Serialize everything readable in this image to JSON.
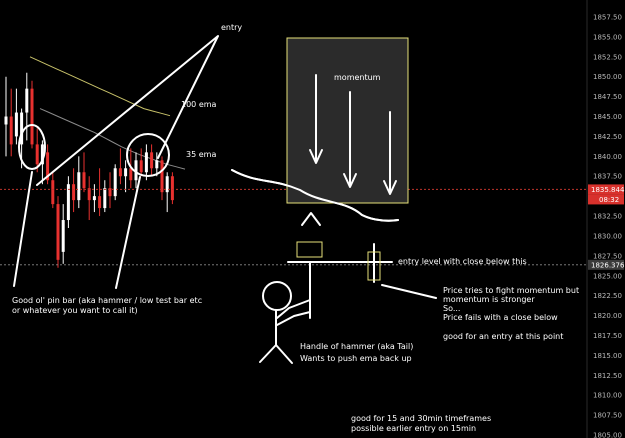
{
  "colors": {
    "background": "#000000",
    "bull": "#ffffff",
    "bear": "#e8312f",
    "ema35": "#8a8a8a",
    "ema100": "#c8c26a",
    "price_line": "#c0342c",
    "price_badge": "#d8312c",
    "level_badge": "#3a3a3a",
    "drawing": "#ffffff",
    "box_border": "#e6e07a",
    "box_fill": "#2b2b2b"
  },
  "chart_data": {
    "type": "candlestick",
    "title": "",
    "xlabel": "",
    "ylabel": "",
    "ylim": [
      1805.5,
      1860.0
    ],
    "y_ticks": [
      "1857.50",
      "1855.00",
      "1852.50",
      "1850.00",
      "1847.50",
      "1845.00",
      "1842.50",
      "1840.00",
      "1837.50",
      "1832.50",
      "1830.00",
      "1827.50",
      "1825.00",
      "1822.50",
      "1820.00",
      "1817.50",
      "1815.00",
      "1812.50",
      "1810.00",
      "1807.50",
      "1805.00"
    ],
    "grid": false,
    "current_price": {
      "value": "1835.844",
      "countdown": "08:32"
    },
    "marked_level": {
      "value": "1826.376"
    },
    "candles": [
      {
        "o": 1844.0,
        "h": 1850.0,
        "l": 1840.0,
        "c": 1845.0
      },
      {
        "o": 1845.0,
        "h": 1848.5,
        "l": 1840.0,
        "c": 1841.5
      },
      {
        "o": 1842.5,
        "h": 1848.5,
        "l": 1841.5,
        "c": 1845.5
      },
      {
        "o": 1841.5,
        "h": 1846.0,
        "l": 1838.5,
        "c": 1845.5
      },
      {
        "o": 1845.5,
        "h": 1850.5,
        "l": 1842.0,
        "c": 1848.5
      },
      {
        "o": 1848.5,
        "h": 1849.5,
        "l": 1841.0,
        "c": 1841.5
      },
      {
        "o": 1841.5,
        "h": 1843.5,
        "l": 1838.0,
        "c": 1839.0
      },
      {
        "o": 1839.0,
        "h": 1842.0,
        "l": 1836.5,
        "c": 1841.5
      },
      {
        "o": 1840.5,
        "h": 1841.5,
        "l": 1836.5,
        "c": 1837.0
      },
      {
        "o": 1837.0,
        "h": 1838.0,
        "l": 1833.5,
        "c": 1834.0
      },
      {
        "o": 1834.0,
        "h": 1835.0,
        "l": 1826.0,
        "c": 1827.0
      },
      {
        "o": 1828.0,
        "h": 1834.0,
        "l": 1826.5,
        "c": 1832.0
      },
      {
        "o": 1832.0,
        "h": 1837.5,
        "l": 1831.0,
        "c": 1836.5
      },
      {
        "o": 1836.5,
        "h": 1838.5,
        "l": 1833.0,
        "c": 1834.5
      },
      {
        "o": 1834.5,
        "h": 1840.0,
        "l": 1833.5,
        "c": 1838.0
      },
      {
        "o": 1838.0,
        "h": 1840.5,
        "l": 1835.5,
        "c": 1836.0
      },
      {
        "o": 1836.0,
        "h": 1837.5,
        "l": 1832.0,
        "c": 1834.5
      },
      {
        "o": 1834.5,
        "h": 1836.5,
        "l": 1833.0,
        "c": 1835.0
      },
      {
        "o": 1835.0,
        "h": 1838.5,
        "l": 1832.5,
        "c": 1833.5
      },
      {
        "o": 1833.5,
        "h": 1837.0,
        "l": 1833.0,
        "c": 1836.0
      },
      {
        "o": 1836.0,
        "h": 1838.0,
        "l": 1833.5,
        "c": 1835.0
      },
      {
        "o": 1835.0,
        "h": 1839.0,
        "l": 1834.5,
        "c": 1838.5
      },
      {
        "o": 1838.5,
        "h": 1841.0,
        "l": 1836.5,
        "c": 1837.5
      },
      {
        "o": 1837.5,
        "h": 1839.5,
        "l": 1835.5,
        "c": 1838.5
      },
      {
        "o": 1838.5,
        "h": 1841.0,
        "l": 1836.0,
        "c": 1837.0
      },
      {
        "o": 1837.0,
        "h": 1840.5,
        "l": 1836.0,
        "c": 1839.5
      },
      {
        "o": 1839.5,
        "h": 1841.0,
        "l": 1837.5,
        "c": 1838.0
      },
      {
        "o": 1838.0,
        "h": 1841.5,
        "l": 1837.0,
        "c": 1840.5
      },
      {
        "o": 1840.5,
        "h": 1841.5,
        "l": 1837.5,
        "c": 1838.5
      },
      {
        "o": 1838.5,
        "h": 1840.5,
        "l": 1837.5,
        "c": 1839.5
      },
      {
        "o": 1839.5,
        "h": 1840.0,
        "l": 1834.5,
        "c": 1835.5
      },
      {
        "o": 1835.5,
        "h": 1838.0,
        "l": 1833.0,
        "c": 1837.5
      },
      {
        "o": 1837.5,
        "h": 1838.0,
        "l": 1834.0,
        "c": 1834.5
      }
    ],
    "ema_100": [
      1852.5,
      1852.0,
      1851.5,
      1851.0,
      1850.5,
      1850.0,
      1849.5,
      1849.0,
      1848.5,
      1848.0,
      1847.5,
      1847.0,
      1846.5,
      1846.0,
      1845.7,
      1845.4,
      1845.1
    ],
    "ema_35": [
      1846.0,
      1845.5,
      1845.0,
      1844.5,
      1844.0,
      1843.5,
      1843.0,
      1842.4,
      1841.8,
      1841.2,
      1840.7,
      1840.2,
      1839.8,
      1839.4,
      1839.0,
      1838.7,
      1838.4
    ],
    "annotations": {
      "entry": "entry",
      "ema100": "100 ema",
      "ema35": "35 ema",
      "momentum": "momentum",
      "pin_bar": [
        "Good ol' pin bar (aka hammer / low test bar etc",
        "or whatever you want to call it)"
      ],
      "handle": [
        "Handle of hammer (aka Tail)",
        "Wants to push ema back up"
      ],
      "entry_level": "entry level with close below this",
      "price_fights": [
        "Price tries to fight momentum but",
        "momentum is stronger",
        "So...",
        "Price fails with a close below"
      ],
      "good_entry": "good for an entry at this point",
      "timeframes": [
        "good for 15 and 30min timeframes",
        "possible earlier entry on 15min"
      ]
    }
  }
}
